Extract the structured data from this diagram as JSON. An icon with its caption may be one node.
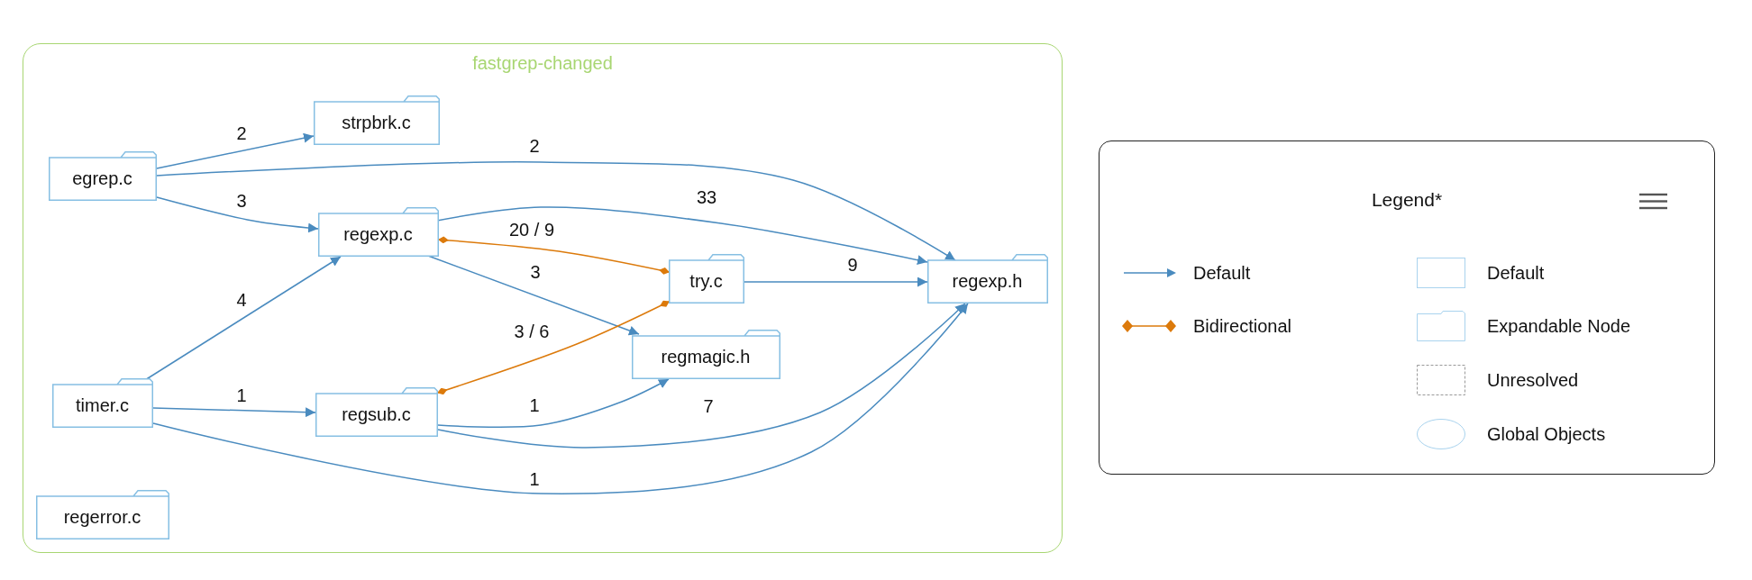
{
  "diagram": {
    "nodes": [
      {
        "text": [
          "fastgrep-changed"
        ]
      },
      {
        "text": [
          "strpbrk.c"
        ],
        "in": 0
      },
      {
        "text": [
          "egrep.c"
        ],
        "in": 0
      },
      {
        "text": [
          "regexp.c"
        ],
        "in": 0
      },
      {
        "text": [
          "try.c"
        ],
        "in": 0
      },
      {
        "text": [
          "regexp.h"
        ],
        "in": 0
      },
      {
        "text": [
          "regmagic.h"
        ],
        "in": 0
      },
      {
        "text": [
          "timer.c"
        ],
        "in": 0
      },
      {
        "text": [
          "regsub.c"
        ],
        "in": 0
      },
      {
        "text": [
          "regerror.c"
        ],
        "in": 0
      }
    ],
    "edges": [
      {
        "from": 2,
        "to": 1,
        "arrow": "to",
        "label": "2"
      },
      {
        "from": 2,
        "to": 5,
        "arrow": "to",
        "label": "2"
      },
      {
        "from": 2,
        "to": 3,
        "arrow": "to",
        "label": "3"
      },
      {
        "from": 3,
        "to": 5,
        "arrow": "to",
        "label": "33"
      },
      {
        "from": 3,
        "to": 4,
        "arrow": "other",
        "label": "20 / 9",
        "color": "#dc7a0b"
      },
      {
        "from": 3,
        "to": 6,
        "arrow": "to",
        "label": "3"
      },
      {
        "from": 7,
        "to": 3,
        "arrow": "to",
        "label": "4"
      },
      {
        "from": 4,
        "to": 5,
        "arrow": "to",
        "label": "9"
      },
      {
        "from": 8,
        "to": 4,
        "arrow": "other",
        "label": "3 / 6",
        "color": "#dc7a0b"
      },
      {
        "from": 7,
        "to": 8,
        "arrow": "to",
        "label": "1"
      },
      {
        "from": 8,
        "to": 6,
        "arrow": "to",
        "label": "1"
      },
      {
        "from": 8,
        "to": 5,
        "arrow": "to",
        "label": "7"
      },
      {
        "from": 7,
        "to": 5,
        "arrow": "to",
        "label": "1"
      }
    ],
    "labels": [
      "Legend*"
    ],
    "legend": [
      {
        "text": "Default"
      },
      {
        "text": "Bidirectional"
      },
      {
        "text": "Default"
      },
      {
        "text": "Expandable Node"
      },
      {
        "text": "Unresolved"
      },
      {
        "text": "Global Objects"
      }
    ]
  }
}
